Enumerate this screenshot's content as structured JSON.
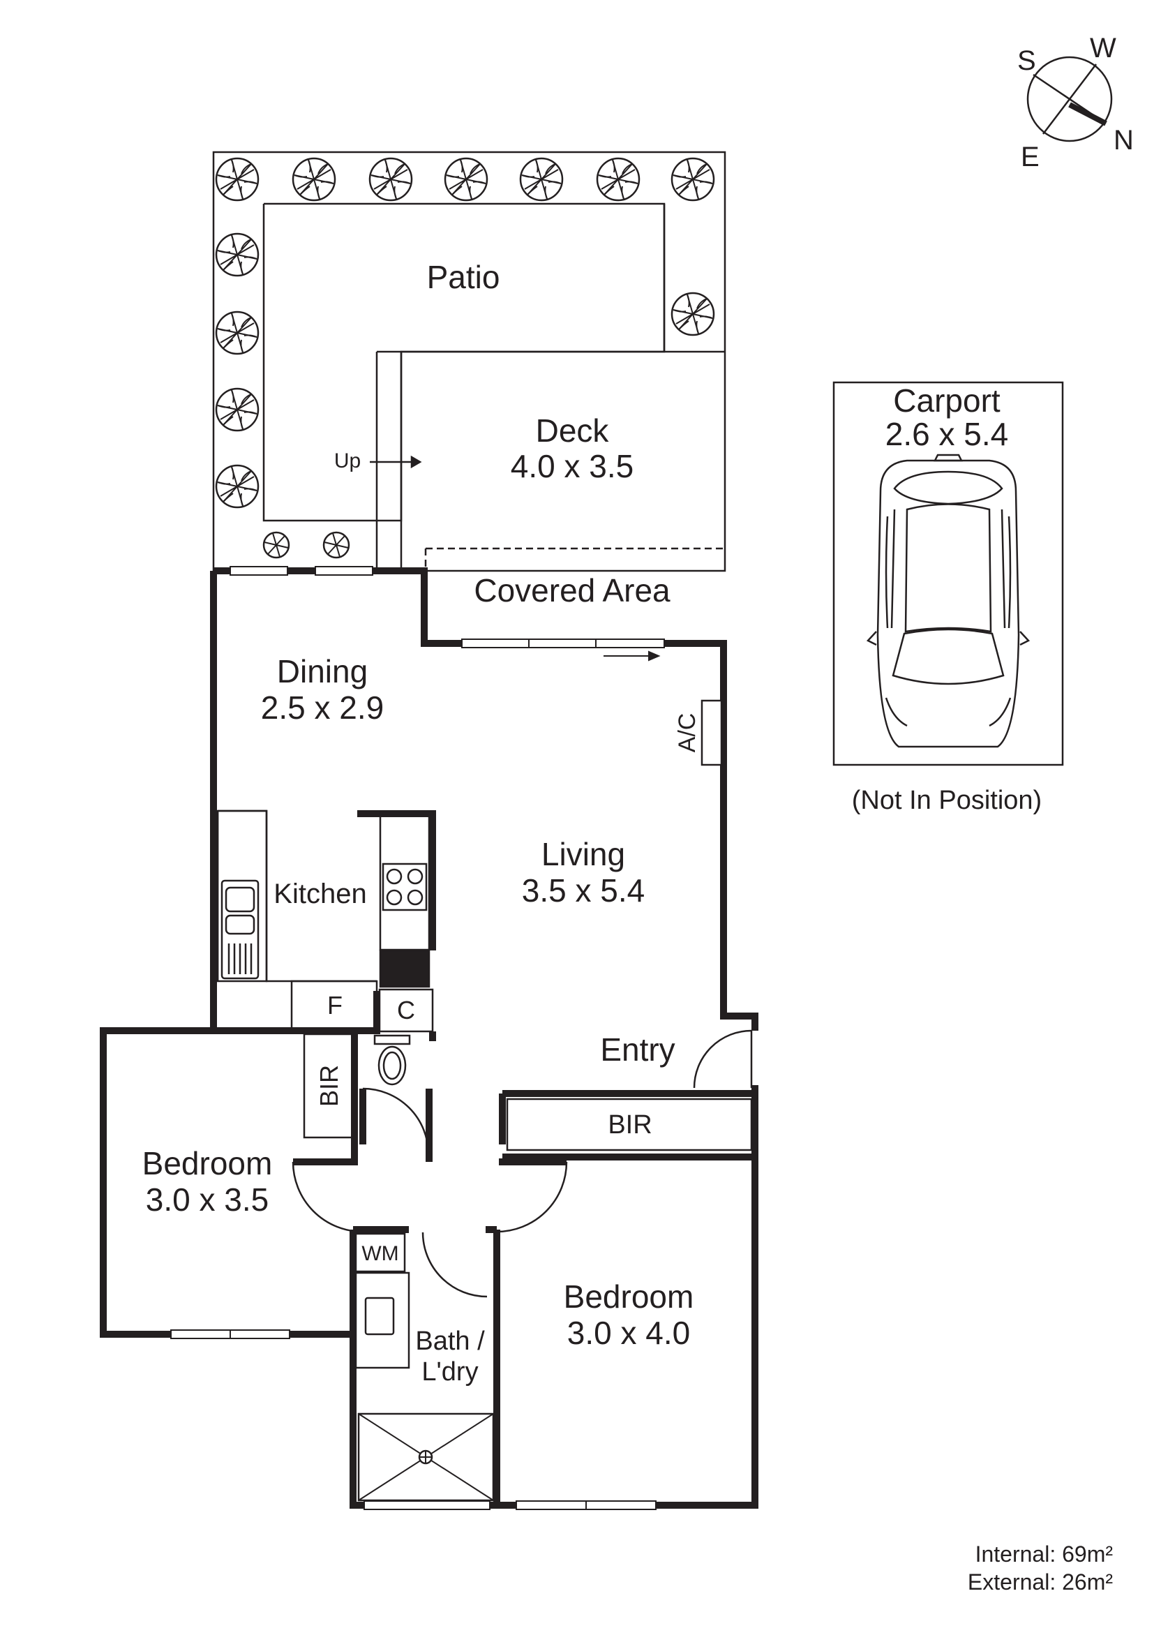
{
  "compass": {
    "s": "S",
    "w": "W",
    "e": "E",
    "n": "N"
  },
  "rooms": {
    "patio": {
      "name": "Patio"
    },
    "deck": {
      "name": "Deck",
      "dims": "4.0 x 3.5"
    },
    "up_label": "Up",
    "covered_area": {
      "name": "Covered Area"
    },
    "dining": {
      "name": "Dining",
      "dims": "2.5 x 2.9"
    },
    "ac": "A/C",
    "living": {
      "name": "Living",
      "dims": "3.5 x 5.4"
    },
    "kitchen": {
      "name": "Kitchen"
    },
    "fridge": "F",
    "cupboard": "C",
    "entry": "Entry",
    "bir_left": "BIR",
    "bir_right": "BIR",
    "bedroom1": {
      "name": "Bedroom",
      "dims": "3.0 x 3.5"
    },
    "bedroom2": {
      "name": "Bedroom",
      "dims": "3.0 x 4.0"
    },
    "washing_machine": "WM",
    "bath_laundry": {
      "line1": "Bath /",
      "line2": "L'dry"
    }
  },
  "carport": {
    "name": "Carport",
    "dims": "2.6 x 5.4",
    "note": "(Not In Position)"
  },
  "areas": {
    "internal": "Internal: 69m²",
    "external": "External: 26m²"
  }
}
